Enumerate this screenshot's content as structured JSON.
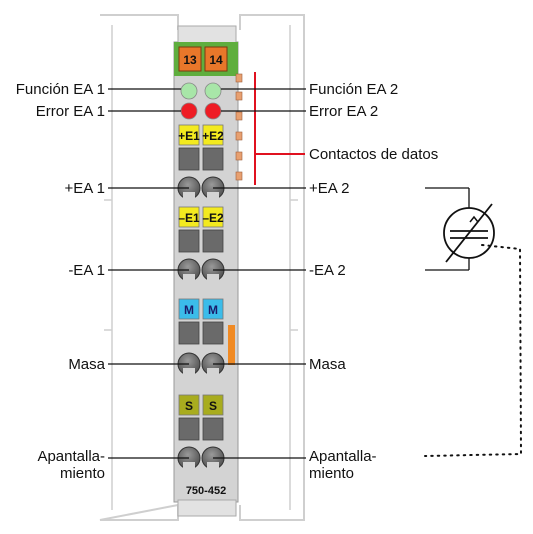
{
  "module": {
    "id": "750-452",
    "top_terminals": [
      "13",
      "14"
    ],
    "slot_labels": [
      "+E1",
      "+E2",
      "–E1",
      "–E2",
      "M",
      "M",
      "S",
      "S"
    ]
  },
  "labels": {
    "left": [
      "Función EA 1",
      "Error EA 1",
      "+EA 1",
      "-EA 1",
      "Masa",
      "Apantalla-",
      "miento"
    ],
    "right": [
      "Función EA 2",
      "Error EA 2",
      "Contactos de datos",
      "+EA 2",
      "-EA 2",
      "Masa",
      "Apantalla-",
      "miento"
    ]
  },
  "colors": {
    "housing": "#d3d3d3",
    "rail_outline": "#cfcfcf",
    "terminal_block": "#5fae3e",
    "terminal_cap": "#e8772a",
    "led_green": "#a8e6a8",
    "led_red": "#ee1c24",
    "slot_yellow": "#f3ea1f",
    "slot_blue": "#3bbcea",
    "slot_olive": "#a8ac1e",
    "data_contact": "#e8a070",
    "data_bracket": "#e0111f",
    "side_bar": "#f08a24",
    "hole": "#6a6a6a",
    "screw": "#666666",
    "leader": "#111111"
  },
  "icons": [
    "variable-resistor-sensor-icon"
  ]
}
